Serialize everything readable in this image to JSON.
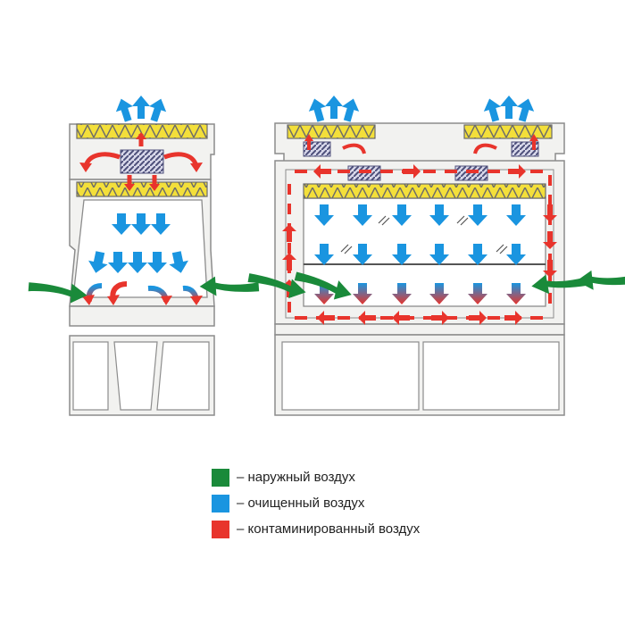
{
  "colors": {
    "outside_air": "#1a8a3a",
    "clean_air": "#1a95e0",
    "contaminated_air": "#e8342c",
    "filter": "#f3df3a",
    "cabinet": "#f2f2f0",
    "outline": "#8c8c8c"
  },
  "legend": {
    "items": [
      {
        "key": "outside_air",
        "label": "– наружный воздух"
      },
      {
        "key": "clean_air",
        "label": "– очищенный воздух"
      },
      {
        "key": "contaminated_air",
        "label": "– контаминированный воздух"
      }
    ]
  }
}
